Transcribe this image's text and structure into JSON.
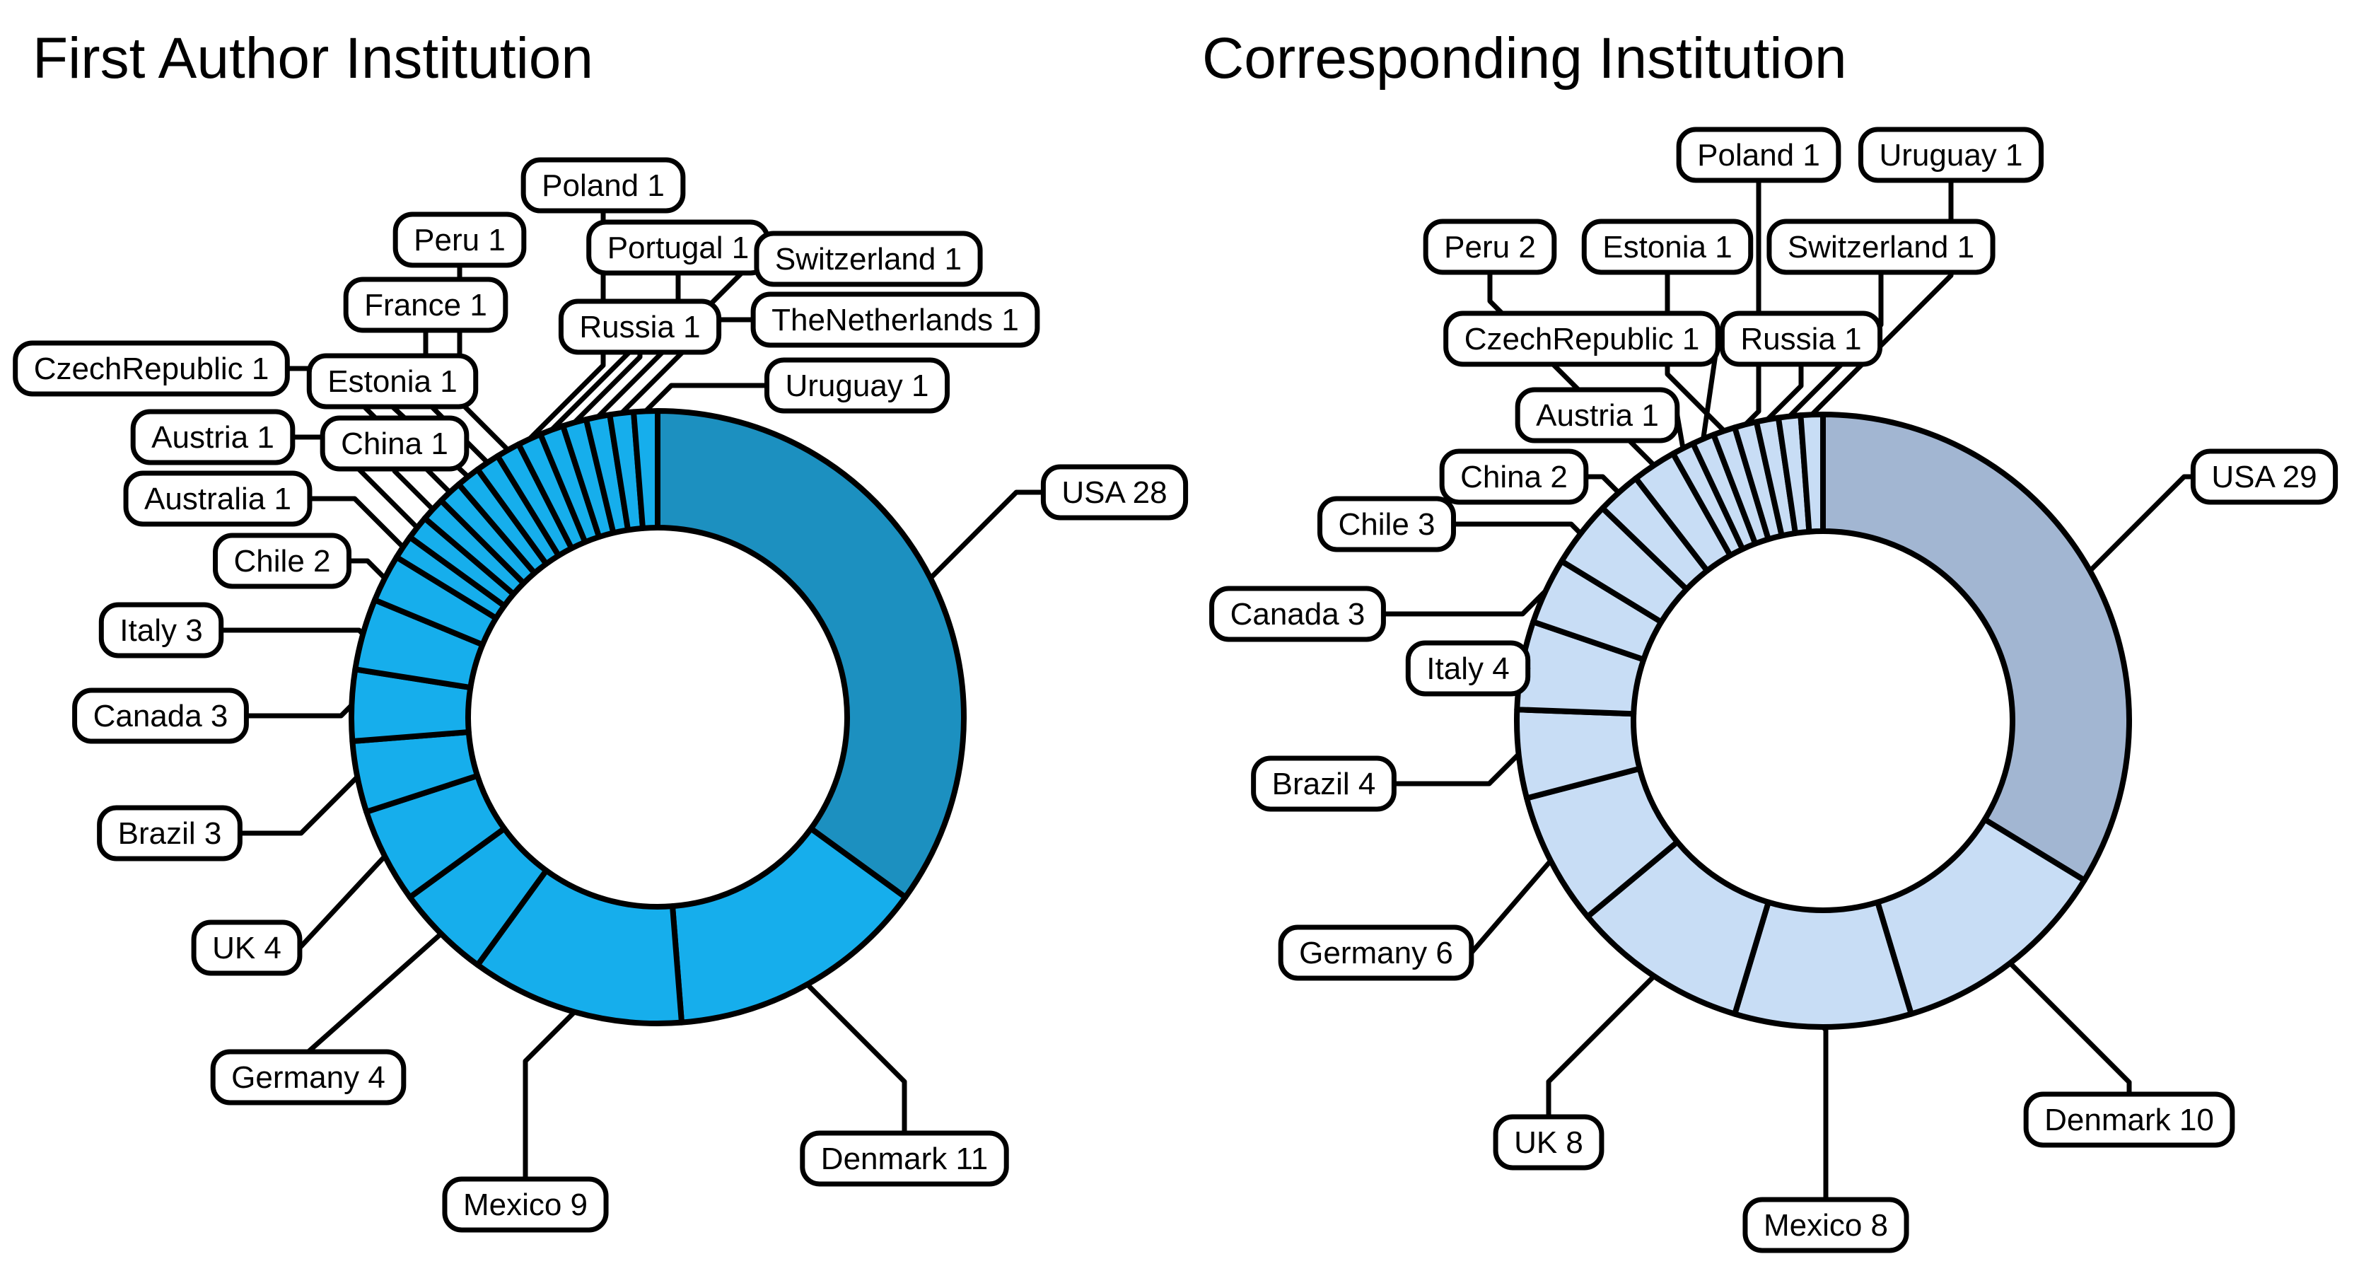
{
  "figure": {
    "background": "#FFFFFF",
    "stroke_color": "#000000"
  },
  "charts": [
    {
      "title": "First Author Institution",
      "emphasized_category": "USA",
      "palette": {
        "base": "#16AEEC",
        "emphasis": "#1C90C0",
        "stroke": "#000000",
        "callout_bg": "#FFFFFF",
        "callout_text": "#000000"
      }
    },
    {
      "title": "Corresponding Institution",
      "emphasized_category": "USA",
      "palette": {
        "base": "#C8DDF5",
        "emphasis": "#A2B6D2",
        "stroke": "#000000",
        "callout_bg": "#FFFFFF",
        "callout_text": "#000000"
      }
    }
  ],
  "chart_data": [
    {
      "type": "pie",
      "subtype": "donut",
      "title": "First Author Institution",
      "categories": [
        "USA",
        "Denmark",
        "Mexico",
        "Germany",
        "UK",
        "Brazil",
        "Canada",
        "Italy",
        "Chile",
        "Australia",
        "Austria",
        "China",
        "CzechRepublic",
        "Estonia",
        "France",
        "Peru",
        "Poland",
        "Portugal",
        "Russia",
        "Switzerland",
        "TheNetherlands",
        "Uruguay"
      ],
      "values": [
        28,
        11,
        9,
        4,
        4,
        3,
        3,
        3,
        2,
        1,
        1,
        1,
        1,
        1,
        1,
        1,
        1,
        1,
        1,
        1,
        1,
        1
      ],
      "total": 80,
      "label_format": "{category} {value}",
      "start_angle_deg": 0,
      "direction": "clockwise",
      "legend": "callout-labels",
      "grid": false
    },
    {
      "type": "pie",
      "subtype": "donut",
      "title": "Corresponding Institution",
      "categories": [
        "USA",
        "Denmark",
        "Mexico",
        "UK",
        "Germany",
        "Brazil",
        "Italy",
        "Canada",
        "Chile",
        "China",
        "Peru",
        "Austria",
        "CzechRepublic",
        "Estonia",
        "Poland",
        "Russia",
        "Switzerland",
        "Uruguay"
      ],
      "values": [
        29,
        10,
        8,
        8,
        6,
        4,
        4,
        3,
        3,
        2,
        2,
        1,
        1,
        1,
        1,
        1,
        1,
        1
      ],
      "total": 86,
      "label_format": "{category} {value}",
      "start_angle_deg": 0,
      "direction": "clockwise",
      "legend": "callout-labels",
      "grid": false
    }
  ]
}
